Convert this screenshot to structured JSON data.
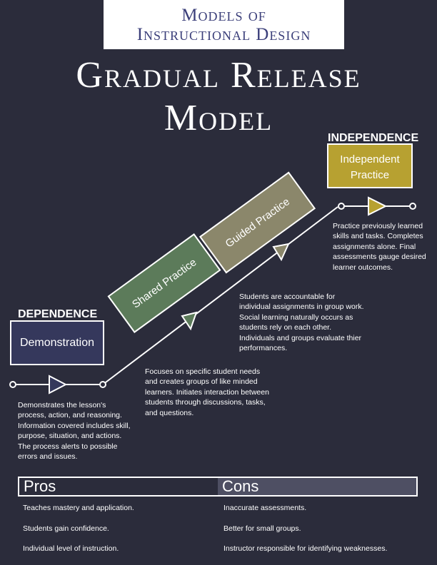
{
  "header": {
    "line1": "Models of",
    "line2": "Instructional Design"
  },
  "title": {
    "line1": "Gradual Release",
    "line2": "Model"
  },
  "labels": {
    "dependence": "DEPENDENCE",
    "independence": "INDEPENDENCE"
  },
  "stages": {
    "demonstration": "Demonstration",
    "shared": "Shared Practice",
    "guided": "Guided Practice",
    "independent": "Independent Practice"
  },
  "descriptions": {
    "demonstration": "Demonstrates the lesson's process, action, and reasoning. Information covered includes skill, purpose, situation, and actions. The process alerts to possible errors and issues.",
    "shared": "Focuses on specific student needs and creates groups of like minded learners. Initiates interaction between students through discussions, tasks, and questions.",
    "guided": "Students are accountable for individual assignments in group work. Social learning naturally occurs as students rely on each other. Individuals and groups evaluate thier performances.",
    "independent": "Practice previously learned skills and tasks. Completes assignments alone. Final assessments gauge desired learner outcomes."
  },
  "pros": {
    "heading": "Pros",
    "items": [
      "Teaches mastery and application.",
      "Students gain confidence.",
      "Individual level of instruction."
    ]
  },
  "cons": {
    "heading": "Cons",
    "items": [
      "Inaccurate assessments.",
      "Better for small groups.",
      "Instructor responsible for identifying weaknesses."
    ]
  },
  "colors": {
    "background": "#2b2c3b",
    "demonstration": "#35385c",
    "shared": "#5c7b5a",
    "guided": "#8b876b",
    "independent": "#b7a131",
    "header_text": "#3b3f7a"
  }
}
